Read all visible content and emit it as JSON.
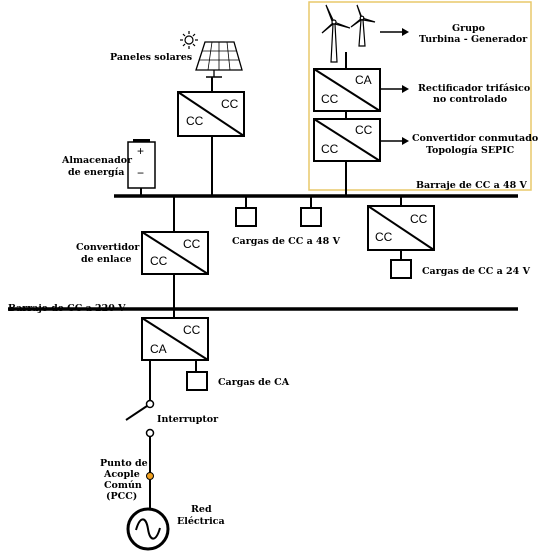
{
  "labels": {
    "paneles": "Paneles solares",
    "almacenador_1": "Almacenador",
    "almacenador_2": "de energía",
    "grupo_1": "Grupo",
    "grupo_2": "Turbina - Generador",
    "rect_1": "Rectificador trifásico",
    "rect_2": "no controlado",
    "conv_1": "Convertidor conmutado",
    "conv_2": "Topología SEPIC",
    "barraje48": "Barraje de CC a 48 V",
    "cargas48": "Cargas de CC a 48 V",
    "cargas24": "Cargas de CC a 24 V",
    "enlace_1": "Convertidor",
    "enlace_2": "de enlace",
    "barraje220": "Barraje de CC a 220 V",
    "cargasCA": "Cargas de CA",
    "interruptor": "Interruptor",
    "pcc_1": "Punto de",
    "pcc_2": "Acople",
    "pcc_3": "Común",
    "pcc_4": "(PCC)",
    "red_1": "Red",
    "red_2": "Eléctrica"
  },
  "converters": {
    "solar": {
      "top": "CC",
      "bottom": "CC"
    },
    "rect": {
      "top": "CA",
      "bottom": "CC"
    },
    "sepic": {
      "top": "CC",
      "bottom": "CC"
    },
    "dc24": {
      "top": "CC",
      "bottom": "CC"
    },
    "enlace": {
      "top": "CC",
      "bottom": "CC"
    },
    "inverter": {
      "top": "CC",
      "bottom": "CA"
    }
  },
  "battery": {
    "plus": "+",
    "minus": "−"
  },
  "colors": {
    "highlight": "#e8c96a",
    "pcc": "#f0a020",
    "line": "#000000"
  },
  "icons": [
    "sun-icon",
    "solar-panel-icon",
    "wind-turbine-icon",
    "battery-icon",
    "switch-icon",
    "ac-source-icon"
  ]
}
